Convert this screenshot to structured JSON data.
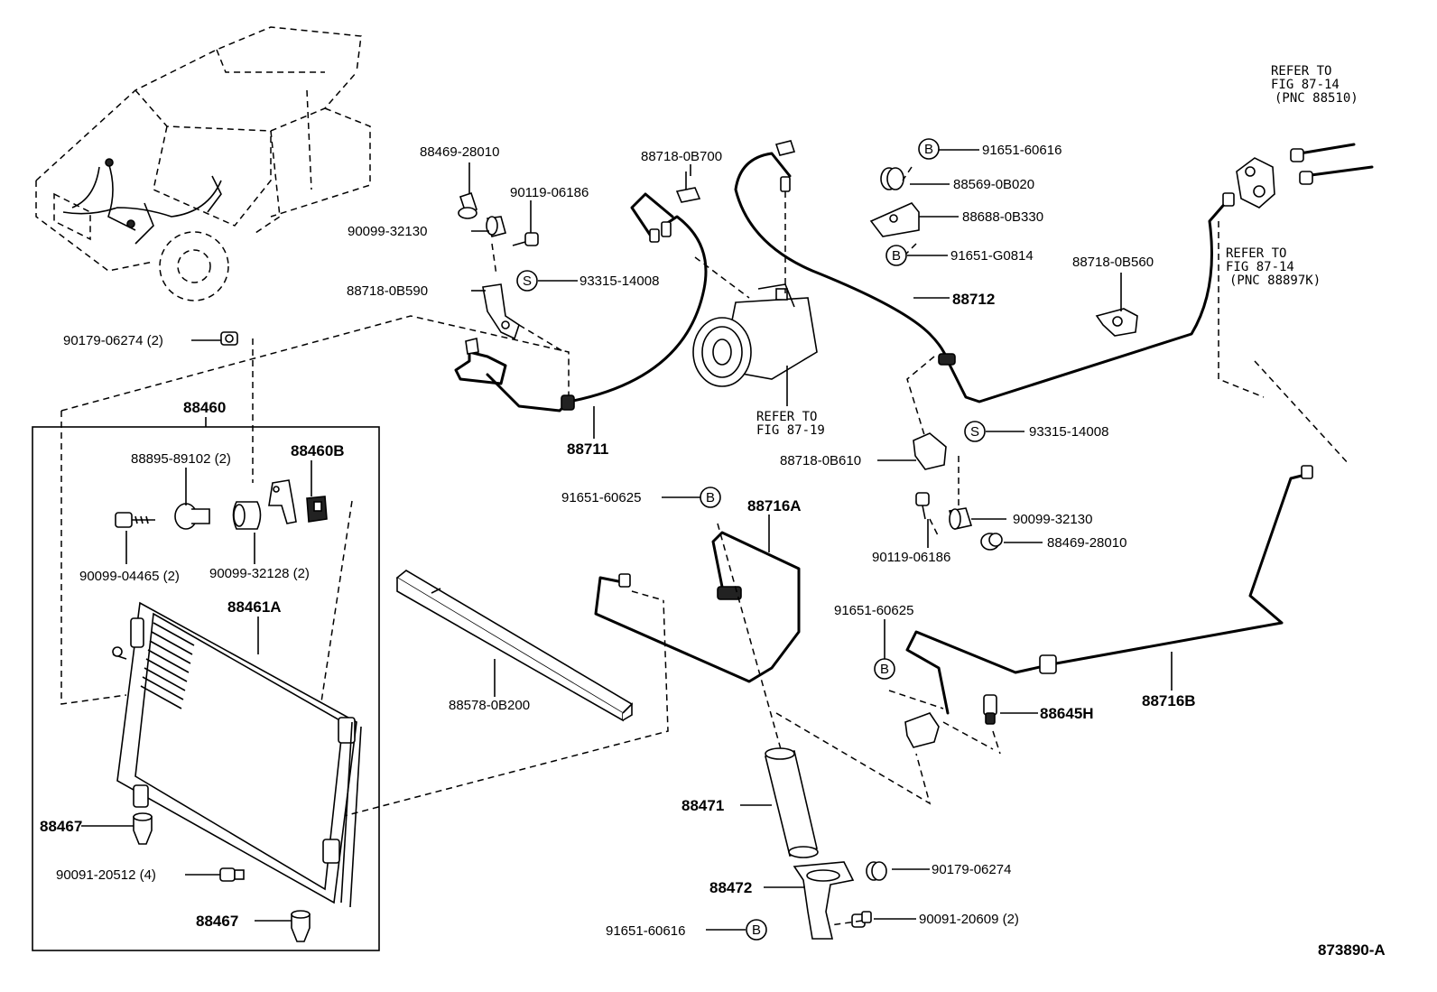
{
  "diagram_id": "873890-A",
  "refer_labels": {
    "fig_87_19": [
      "REFER TO",
      "FIG 87-19"
    ],
    "fig_87_14_88510": [
      "REFER TO",
      "FIG 87-14",
      "(PNC 88510)"
    ],
    "fig_87_14_88897K": [
      "REFER TO",
      "FIG 87-14",
      "(PNC 88897K)"
    ]
  },
  "markers": {
    "bolt": "B",
    "special": "S"
  },
  "parts": {
    "p88469_28010_top": "88469-28010",
    "p90119_06186_top": "90119-06186",
    "p90099_32130_top": "90099-32130",
    "p88718_0B590": "88718-0B590",
    "p93315_14008_top": "93315-14008",
    "p88718_0B700": "88718-0B700",
    "p88711": "88711",
    "p91651_60616_top": "91651-60616",
    "p88569_0B020": "88569-0B020",
    "p88688_0B330": "88688-0B330",
    "p91651_G0814": "91651-G0814",
    "p88712": "88712",
    "p88718_0B560": "88718-0B560",
    "p90179_06274_left": "90179-06274 (2)",
    "p88460": "88460",
    "p88460B": "88460B",
    "p88895_89102": "88895-89102 (2)",
    "p90099_04465": "90099-04465 (2)",
    "p90099_32128": "90099-32128 (2)",
    "p88461A": "88461A",
    "p88467_a": "88467",
    "p90091_20512": "90091-20512 (4)",
    "p88467_b": "88467",
    "p88578_0B200": "88578-0B200",
    "p91651_60625_left": "91651-60625",
    "p88716A": "88716A",
    "p93315_14008_right": "93315-14008",
    "p88718_0B610": "88718-0B610",
    "p90099_32130_right": "90099-32130",
    "p90119_06186_right": "90119-06186",
    "p88469_28010_right": "88469-28010",
    "p91651_60625_right": "91651-60625",
    "p88645H": "88645H",
    "p88716B": "88716B",
    "p88471": "88471",
    "p88472": "88472",
    "p90179_06274_bottom": "90179-06274",
    "p91651_60616_bottom": "91651-60616",
    "p90091_20609": "90091-20609 (2)"
  }
}
